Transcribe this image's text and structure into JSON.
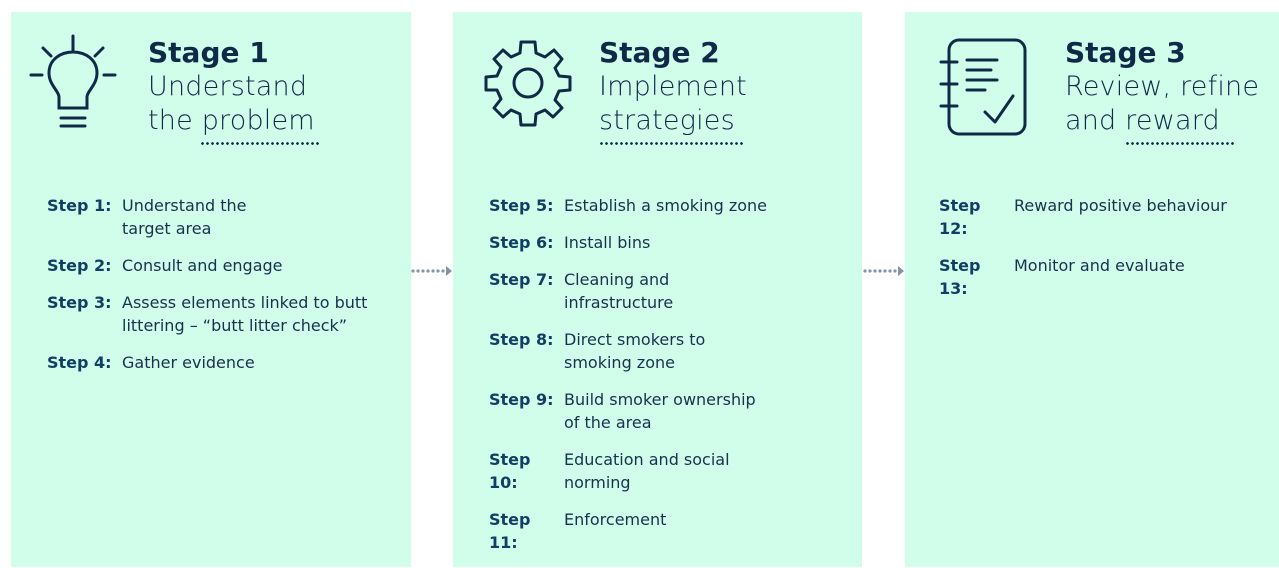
{
  "colors": {
    "panel": "#d1fdeb",
    "ink": "#0e2a47",
    "step_label": "#123e64",
    "arrow": "#8294a8"
  },
  "stages": [
    {
      "number": "Stage 1",
      "title": "Understand\nthe problem",
      "icon": "lightbulb-icon",
      "steps": [
        {
          "label": "Step 1:",
          "text": "Understand the\ntarget area"
        },
        {
          "label": "Step 2:",
          "text": "Consult and engage"
        },
        {
          "label": "Step 3:",
          "text": "Assess elements linked to butt\nlittering – “butt litter check”"
        },
        {
          "label": "Step 4:",
          "text": "Gather evidence"
        }
      ]
    },
    {
      "number": "Stage 2",
      "title": "Implement\nstrategies",
      "icon": "gear-icon",
      "steps": [
        {
          "label": "Step 5:",
          "text": "Establish a smoking zone"
        },
        {
          "label": "Step 6:",
          "text": "Install bins"
        },
        {
          "label": "Step 7:",
          "text": "Cleaning and\ninfrastructure"
        },
        {
          "label": "Step 8:",
          "text": "Direct smokers to\nsmoking zone"
        },
        {
          "label": "Step 9:",
          "text": "Build smoker ownership\nof the area"
        },
        {
          "label": "Step 10:",
          "text": "Education and social\nnorming"
        },
        {
          "label": "Step 11:",
          "text": "Enforcement"
        }
      ]
    },
    {
      "number": "Stage 3",
      "title": "Review, refine\nand reward",
      "icon": "checklist-icon",
      "steps": [
        {
          "label": "Step 12:",
          "text": "Reward positive behaviour"
        },
        {
          "label": "Step 13:",
          "text": "Monitor and evaluate"
        }
      ]
    }
  ],
  "connectors": [
    "dotted-arrow-icon",
    "dotted-arrow-icon"
  ]
}
